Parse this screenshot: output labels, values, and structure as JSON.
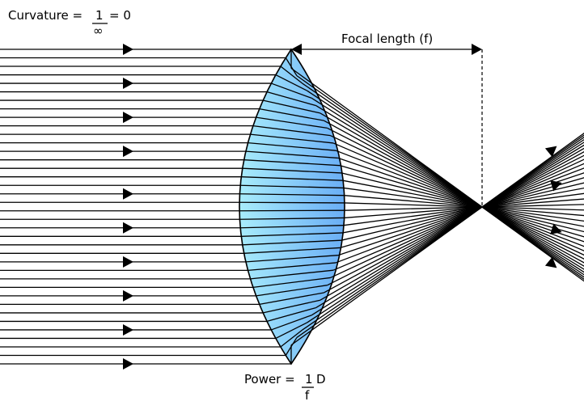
{
  "diagram": {
    "title": "Converging lens focal length diagram",
    "colors": {
      "ray": "#000000",
      "lens_light": "#a8ecfb",
      "lens_dark": "#6aaef6",
      "lens_outline": "#000000",
      "dimension_line": "#000000"
    },
    "labels": {
      "curvature_prefix": "Curvature = ",
      "curvature_numerator": "1",
      "curvature_denominator": "∞",
      "curvature_suffix": "= 0",
      "focal_length": "Focal length (f)",
      "power_prefix": "Power = ",
      "power_numerator": "1",
      "power_denominator": "f",
      "power_unit": "D"
    },
    "rays": {
      "count": 38,
      "direction_marker": "arrow-right-icon",
      "converge_to": "focal-point"
    }
  }
}
